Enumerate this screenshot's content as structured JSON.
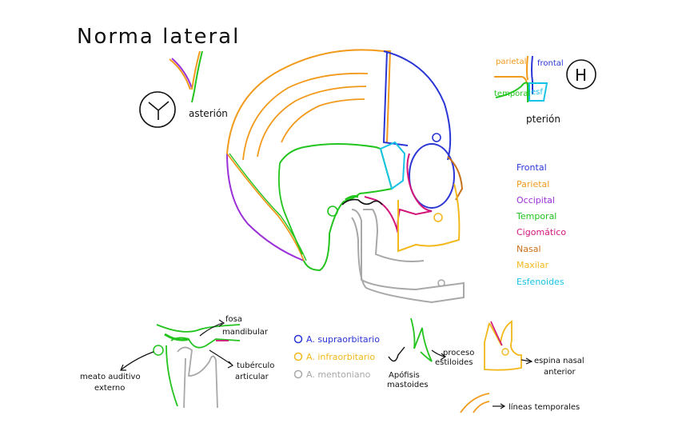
{
  "title": "Norma lateral",
  "asterion": {
    "letter": "Y",
    "label": "asterión"
  },
  "pterion": {
    "letter": "H",
    "label": "pterión",
    "labels": {
      "parietal": "parietal",
      "frontal": "frontal",
      "temporal": "temporal",
      "esf": "esf"
    }
  },
  "legend": [
    {
      "label": "Frontal",
      "color": "#2a35d6"
    },
    {
      "label": "Parietal",
      "color": "#f29a1c"
    },
    {
      "label": "Occipital",
      "color": "#9b30d9"
    },
    {
      "label": "Temporal",
      "color": "#22c41d"
    },
    {
      "label": "Cigomático",
      "color": "#d3157a"
    },
    {
      "label": "Nasal",
      "color": "#c8701a"
    },
    {
      "label": "Maxilar",
      "color": "#f2b81c"
    },
    {
      "label": "Esfenoides",
      "color": "#16c3e6"
    }
  ],
  "foramina": [
    {
      "label": "A. supraorbitario",
      "color": "#2a35d6"
    },
    {
      "label": "A. infraorbitario",
      "color": "#f2b81c"
    },
    {
      "label": "A. mentoniano",
      "color": "#a8a8a8"
    }
  ],
  "details": {
    "fosa": "fosa",
    "mandibular": "mandibular",
    "tuberculo": "tubérculo",
    "articular": "articular",
    "meato1": "meato auditivo",
    "meato2": "externo",
    "proceso1": "proceso",
    "proceso2": "estiloides",
    "apofisis1": "Apófisis",
    "apofisis2": "mastoides",
    "espina1": "espina nasal",
    "espina2": "anterior",
    "lineas": "líneas temporales"
  }
}
